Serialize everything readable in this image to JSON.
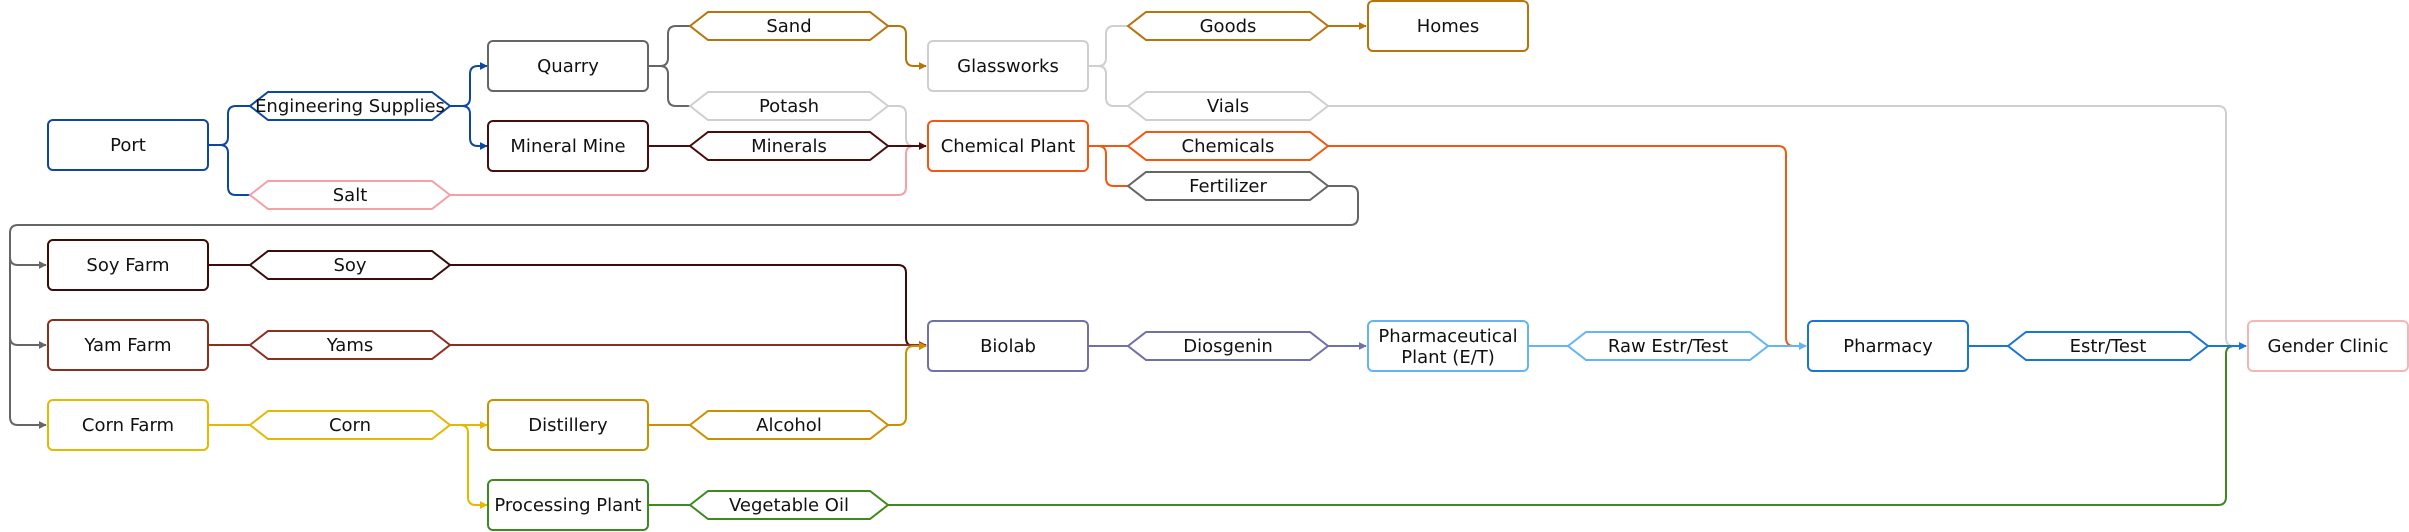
{
  "colors": {
    "port": "#0d47a1",
    "quarry": "#666666",
    "sand": "#b8730a",
    "potash": "#cfcfcf",
    "glass": "#cfcfcf",
    "mineral": "#4a0d0d",
    "salt": "#f3a0a7",
    "chem": "#ef5a10",
    "fert": "#666666",
    "soy": "#3a0d0d",
    "yam": "#8b2f1f",
    "corn": "#e6b800",
    "distillery": "#cc8f00",
    "processing": "#3d8b1e",
    "biolab": "#7171a8",
    "pharma_plant": "#64b5f6",
    "pharmacy": "#1976d2",
    "clinic": "#f4b7b7"
  },
  "nodes": {
    "port": "Port",
    "quarry": "Quarry",
    "mineral_mine": "Mineral Mine",
    "glassworks": "Glassworks",
    "homes": "Homes",
    "chemical_plant": "Chemical Plant",
    "soy_farm": "Soy Farm",
    "yam_farm": "Yam Farm",
    "corn_farm": "Corn Farm",
    "distillery": "Distillery",
    "processing_plant": "Processing Plant",
    "biolab": "Biolab",
    "pharma_plant_line1": "Pharmaceutical",
    "pharma_plant_line2": "Plant (E/T)",
    "pharmacy": "Pharmacy",
    "gender_clinic": "Gender Clinic"
  },
  "products": {
    "engineering_supplies": "Engineering Supplies",
    "salt": "Salt",
    "sand": "Sand",
    "potash": "Potash",
    "minerals": "Minerals",
    "goods": "Goods",
    "vials": "Vials",
    "chemicals": "Chemicals",
    "fertilizer": "Fertilizer",
    "soy": "Soy",
    "yams": "Yams",
    "corn": "Corn",
    "alcohol": "Alcohol",
    "vegetable_oil": "Vegetable Oil",
    "diosgenin": "Diosgenin",
    "raw_estr_test": "Raw Estr/Test",
    "estr_test": "Estr/Test"
  }
}
